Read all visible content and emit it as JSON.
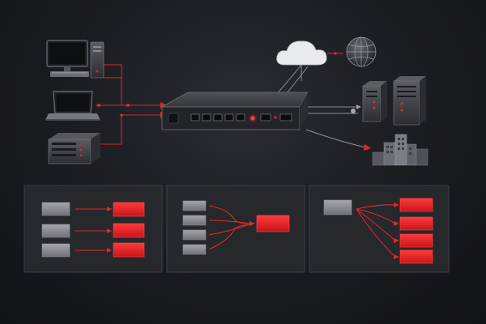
{
  "colors": {
    "background": "#1a1b1f",
    "accent_red": "#e0282a",
    "box_grey": "#8e9095",
    "panel": "#26282c",
    "device_body": "#3a3c41"
  },
  "topology": {
    "left_devices": [
      "desktop-computer-icon",
      "laptop-icon",
      "rack-server-icon"
    ],
    "hub": "network-switch-icon",
    "right_devices": [
      "cloud-icon",
      "globe-icon",
      "server-tower-icon",
      "data-center-icon"
    ]
  },
  "panels": [
    {
      "name": "one-to-one",
      "sources": 3,
      "targets": 3
    },
    {
      "name": "many-to-one",
      "sources": 4,
      "targets": 1
    },
    {
      "name": "one-to-many",
      "sources": 1,
      "targets": 4
    }
  ]
}
